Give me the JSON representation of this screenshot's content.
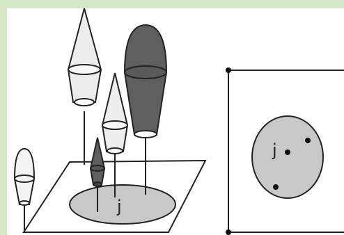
{
  "figure": {
    "left_panel": {
      "region_label": "j"
    },
    "right_panel": {
      "region_label": "j"
    }
  },
  "colors": {
    "background_frame": "#d7e8c8",
    "panel": "#ffffff",
    "light_fill": "#eeeeee",
    "mid_fill": "#c8c8c8",
    "dark_fill": "#5f5f5f",
    "stroke": "#222222"
  },
  "icons": [
    "cone-3d-shape",
    "ellipse-region",
    "point-dot"
  ]
}
